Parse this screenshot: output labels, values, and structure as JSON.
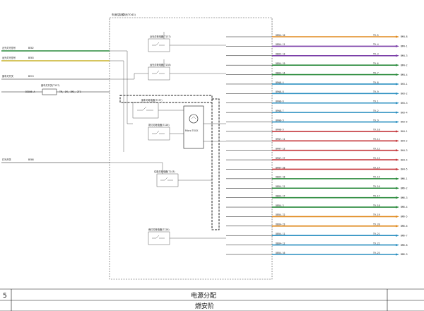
{
  "module_title": "车身控制模块(TO43)",
  "relays": [
    {
      "label": "近光灯继电器(T137)"
    },
    {
      "label": "远光灯继电器(T138)"
    },
    {
      "label": "倒车灯继电器(T137)"
    },
    {
      "label": "雾灯灯继电器(T126)"
    },
    {
      "label": "位置灯继电器(T143)"
    },
    {
      "label": "雨灯灯继电器(T126)"
    }
  ],
  "mcu_label": "Micro TOCK",
  "left_inputs": [
    {
      "label": "近光灯光信号",
      "code": "BE02"
    },
    {
      "label": "远光灯光信号",
      "code": "BE03"
    },
    {
      "label": "倒车灯开关",
      "code": "BE13"
    },
    {
      "label": "灯光开关",
      "code": "BE08"
    }
  ],
  "left_extra": {
    "box_label": "倒车灯开关(T157)",
    "box_code": "DE006-A",
    "box_wire": "TM, 1M, 1MS, 2TS"
  },
  "right_rows": [
    {
      "code": "T9.5",
      "label": "DEB4-10",
      "term": "BM4-8",
      "color": "#e08a1e"
    },
    {
      "code": "T9.4",
      "label": "DEB4-11",
      "term": "BM4-1",
      "color": "#7b3fa8"
    },
    {
      "code": "T9.3",
      "label": "DEB4-13",
      "term": "BM4-3",
      "color": "#7b3fa8"
    },
    {
      "code": "T9.6",
      "label": "DEB4-19",
      "term": "BM4-2",
      "color": "#2a8a3c"
    },
    {
      "code": "T9.7",
      "label": "DEB4-14",
      "term": "BM4-4",
      "color": "#2a8a3c"
    },
    {
      "code": "T9.8",
      "label": "BFW8-4",
      "term": "BH3-1",
      "color": "#2a8fc0"
    },
    {
      "code": "T9.9",
      "label": "BFW8-8",
      "term": "BH3-2",
      "color": "#2a8fc0"
    },
    {
      "code": "T9.1",
      "label": "BFW8-6",
      "term": "BH3-3",
      "color": "#2a8fc0"
    },
    {
      "code": "T9.2",
      "label": "BFW8-7",
      "term": "BH3-4",
      "color": "#2a8fc0"
    },
    {
      "code": "T9.9",
      "label": "BFW8-9",
      "term": "BH3-5",
      "color": "#2a8fc0"
    },
    {
      "code": "T9.10",
      "label": "BFW8-9",
      "term": "BH4-1",
      "color": "#c4373b"
    },
    {
      "code": "T9.11",
      "label": "BFW7-11",
      "term": "BH4-2",
      "color": "#c4373b"
    },
    {
      "code": "T9.12",
      "label": "BFW7-13",
      "term": "BH4-3",
      "color": "#c4373b"
    },
    {
      "code": "T9.13",
      "label": "BFW7-27",
      "term": "BH4-4",
      "color": "#c4373b"
    },
    {
      "code": "T9.14",
      "label": "BFW7-28",
      "term": "BH4-5",
      "color": "#c4373b"
    },
    {
      "code": "T9.15",
      "label": "DEB4-18",
      "term": "BM6-1",
      "color": "#2a8a3c"
    },
    {
      "code": "T9.16",
      "label": "DEB4-21",
      "term": "BM6-2",
      "color": "#2a8a3c"
    },
    {
      "code": "T9.17",
      "label": "DEB4-17",
      "term": "BM6-3",
      "color": "#2a8a3c"
    },
    {
      "code": "T9.18",
      "label": "DEB4-3",
      "term": "BM6-4",
      "color": "#2a8a3c"
    },
    {
      "code": "T9.19",
      "label": "DEB4-22",
      "term": "BM6-5",
      "color": "#e08a1e"
    },
    {
      "code": "T9.20",
      "label": "DEB4-23",
      "term": "BM6-6",
      "color": "#e08a1e"
    },
    {
      "code": "T9.21",
      "label": "DEB4-11",
      "term": "BM6-7",
      "color": "#2a8fc0"
    },
    {
      "code": "T9.22",
      "label": "DEB4-12",
      "term": "BM6-8",
      "color": "#2a8fc0"
    },
    {
      "code": "T9.23",
      "label": "DEB4-16",
      "term": "BM6-9",
      "color": "#2a8fc0"
    }
  ],
  "footer": {
    "left_mark": "5",
    "title": "电源分配",
    "subtitle": "燃安阶"
  }
}
